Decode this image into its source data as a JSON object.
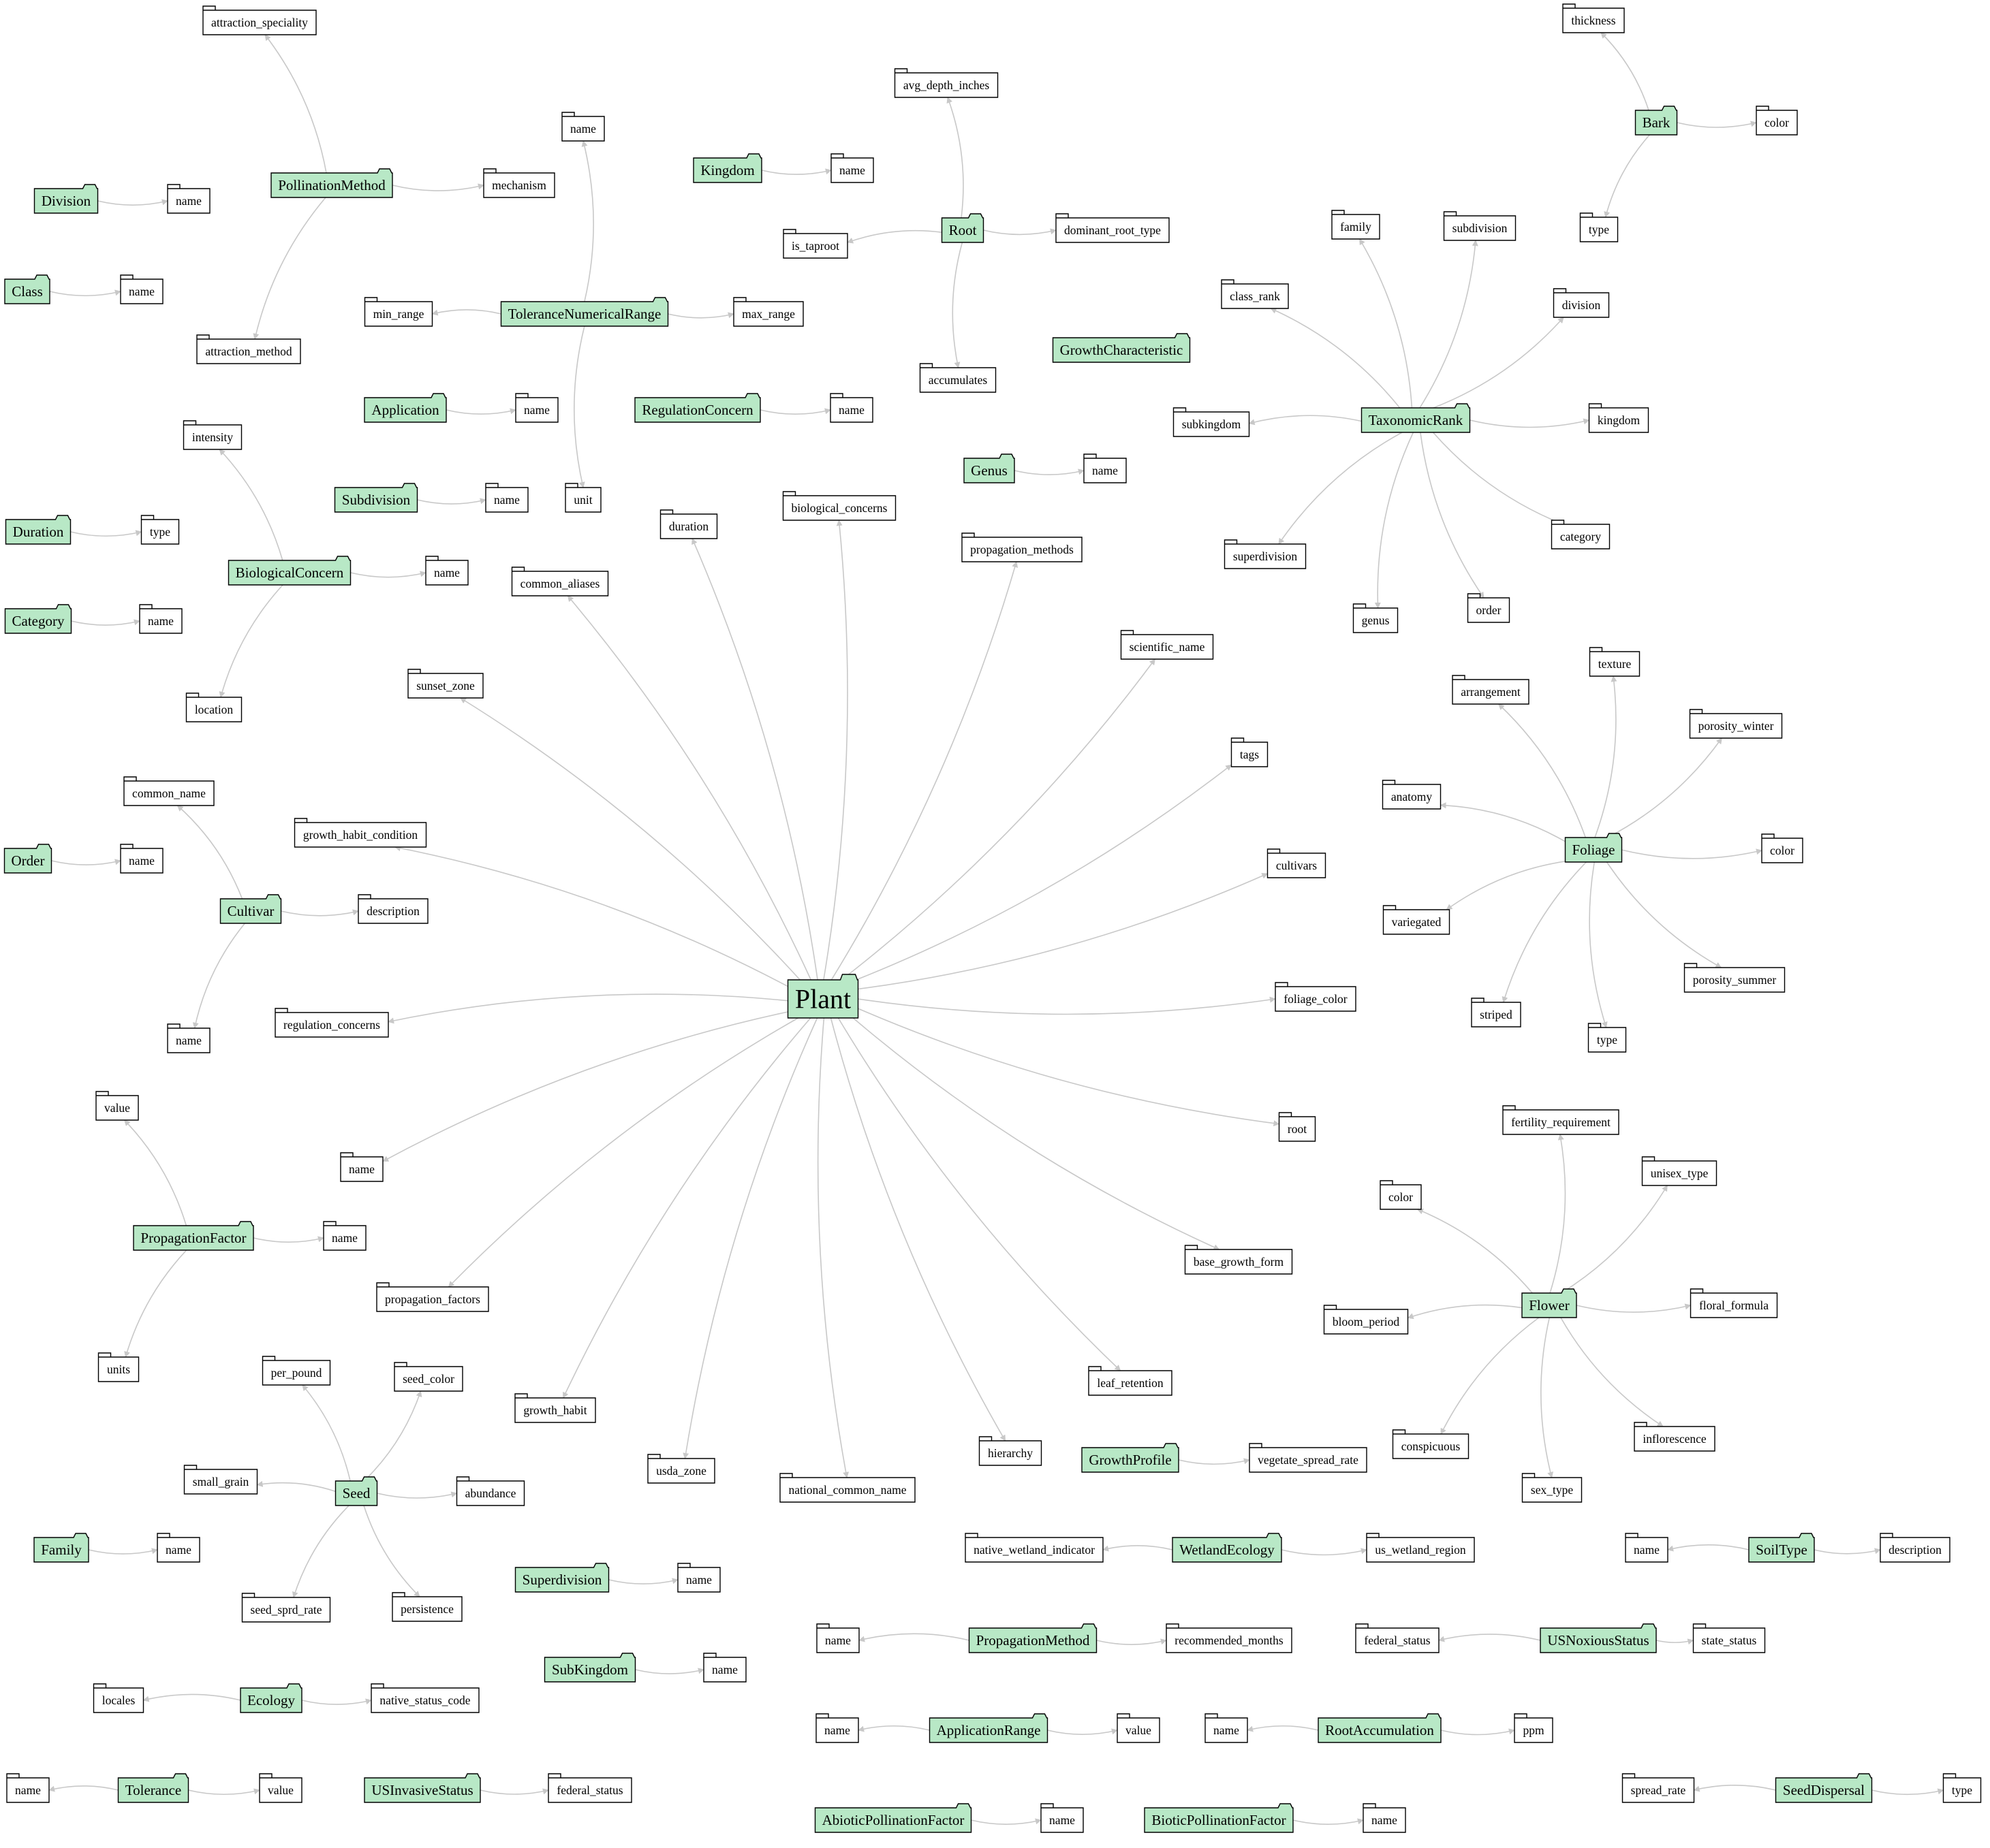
{
  "colors": {
    "entity_fill": "#b8e8c6",
    "attribute_fill": "#ffffff",
    "stroke": "#000000",
    "edge": "#c8c8c8"
  },
  "nodes": [
    {
      "id": "plant",
      "label": "Plant",
      "kind": "root"
    },
    {
      "id": "p_common_aliases",
      "label": "common_aliases",
      "kind": "attr"
    },
    {
      "id": "p_duration",
      "label": "duration",
      "kind": "attr"
    },
    {
      "id": "p_biological_concerns",
      "label": "biological_concerns",
      "kind": "attr"
    },
    {
      "id": "p_propagation_methods",
      "label": "propagation_methods",
      "kind": "attr"
    },
    {
      "id": "p_scientific_name",
      "label": "scientific_name",
      "kind": "attr"
    },
    {
      "id": "p_tags",
      "label": "tags",
      "kind": "attr"
    },
    {
      "id": "p_cultivars",
      "label": "cultivars",
      "kind": "attr"
    },
    {
      "id": "p_foliage_color",
      "label": "foliage_color",
      "kind": "attr"
    },
    {
      "id": "p_root",
      "label": "root",
      "kind": "attr"
    },
    {
      "id": "p_base_growth_form",
      "label": "base_growth_form",
      "kind": "attr"
    },
    {
      "id": "p_leaf_retention",
      "label": "leaf_retention",
      "kind": "attr"
    },
    {
      "id": "p_hierarchy",
      "label": "hierarchy",
      "kind": "attr"
    },
    {
      "id": "p_national_common_name",
      "label": "national_common_name",
      "kind": "attr"
    },
    {
      "id": "p_usda_zone",
      "label": "usda_zone",
      "kind": "attr"
    },
    {
      "id": "p_growth_habit",
      "label": "growth_habit",
      "kind": "attr"
    },
    {
      "id": "p_propagation_factors",
      "label": "propagation_factors",
      "kind": "attr"
    },
    {
      "id": "p_name",
      "label": "name",
      "kind": "attr"
    },
    {
      "id": "p_regulation_concerns",
      "label": "regulation_concerns",
      "kind": "attr"
    },
    {
      "id": "p_growth_habit_condition",
      "label": "growth_habit_condition",
      "kind": "attr"
    },
    {
      "id": "p_sunset_zone",
      "label": "sunset_zone",
      "kind": "attr"
    },
    {
      "id": "division",
      "label": "Division",
      "kind": "entity"
    },
    {
      "id": "division_name",
      "label": "name",
      "kind": "attr"
    },
    {
      "id": "class",
      "label": "Class",
      "kind": "entity"
    },
    {
      "id": "class_name",
      "label": "name",
      "kind": "attr"
    },
    {
      "id": "duration",
      "label": "Duration",
      "kind": "entity"
    },
    {
      "id": "duration_type",
      "label": "type",
      "kind": "attr"
    },
    {
      "id": "category",
      "label": "Category",
      "kind": "entity"
    },
    {
      "id": "category_name",
      "label": "name",
      "kind": "attr"
    },
    {
      "id": "order",
      "label": "Order",
      "kind": "entity"
    },
    {
      "id": "order_name",
      "label": "name",
      "kind": "attr"
    },
    {
      "id": "family",
      "label": "Family",
      "kind": "entity"
    },
    {
      "id": "family_name",
      "label": "name",
      "kind": "attr"
    },
    {
      "id": "pollination_method",
      "label": "PollinationMethod",
      "kind": "entity"
    },
    {
      "id": "pm_attraction_speciality",
      "label": "attraction_speciality",
      "kind": "attr"
    },
    {
      "id": "pm_mechanism",
      "label": "mechanism",
      "kind": "attr"
    },
    {
      "id": "pm_attraction_method",
      "label": "attraction_method",
      "kind": "attr"
    },
    {
      "id": "tolerance_range",
      "label": "ToleranceNumericalRange",
      "kind": "entity"
    },
    {
      "id": "tr_name",
      "label": "name",
      "kind": "attr"
    },
    {
      "id": "tr_min_range",
      "label": "min_range",
      "kind": "attr"
    },
    {
      "id": "tr_max_range",
      "label": "max_range",
      "kind": "attr"
    },
    {
      "id": "tr_unit",
      "label": "unit",
      "kind": "attr"
    },
    {
      "id": "application",
      "label": "Application",
      "kind": "entity"
    },
    {
      "id": "application_name",
      "label": "name",
      "kind": "attr"
    },
    {
      "id": "subdivision",
      "label": "Subdivision",
      "kind": "entity"
    },
    {
      "id": "subdivision_name",
      "label": "name",
      "kind": "attr"
    },
    {
      "id": "biological_concern",
      "label": "BiologicalConcern",
      "kind": "entity"
    },
    {
      "id": "bc_intensity",
      "label": "intensity",
      "kind": "attr"
    },
    {
      "id": "bc_name",
      "label": "name",
      "kind": "attr"
    },
    {
      "id": "bc_location",
      "label": "location",
      "kind": "attr"
    },
    {
      "id": "kingdom",
      "label": "Kingdom",
      "kind": "entity"
    },
    {
      "id": "kingdom_name",
      "label": "name",
      "kind": "attr"
    },
    {
      "id": "root",
      "label": "Root",
      "kind": "entity"
    },
    {
      "id": "root_avg_depth",
      "label": "avg_depth_inches",
      "kind": "attr"
    },
    {
      "id": "root_is_taproot",
      "label": "is_taproot",
      "kind": "attr"
    },
    {
      "id": "root_dominant_type",
      "label": "dominant_root_type",
      "kind": "attr"
    },
    {
      "id": "root_accumulates",
      "label": "accumulates",
      "kind": "attr"
    },
    {
      "id": "regulation_concern",
      "label": "RegulationConcern",
      "kind": "entity"
    },
    {
      "id": "regulation_concern_name",
      "label": "name",
      "kind": "attr"
    },
    {
      "id": "genus",
      "label": "Genus",
      "kind": "entity"
    },
    {
      "id": "genus_name",
      "label": "name",
      "kind": "attr"
    },
    {
      "id": "growth_characteristic",
      "label": "GrowthCharacteristic",
      "kind": "entity"
    },
    {
      "id": "bark",
      "label": "Bark",
      "kind": "entity"
    },
    {
      "id": "bark_thickness",
      "label": "thickness",
      "kind": "attr"
    },
    {
      "id": "bark_color",
      "label": "color",
      "kind": "attr"
    },
    {
      "id": "bark_type",
      "label": "type",
      "kind": "attr"
    },
    {
      "id": "taxonomic_rank",
      "label": "TaxonomicRank",
      "kind": "entity"
    },
    {
      "id": "tx_family",
      "label": "family",
      "kind": "attr"
    },
    {
      "id": "tx_subdivision",
      "label": "subdivision",
      "kind": "attr"
    },
    {
      "id": "tx_class_rank",
      "label": "class_rank",
      "kind": "attr"
    },
    {
      "id": "tx_division",
      "label": "division",
      "kind": "attr"
    },
    {
      "id": "tx_subkingdom",
      "label": "subkingdom",
      "kind": "attr"
    },
    {
      "id": "tx_kingdom",
      "label": "kingdom",
      "kind": "attr"
    },
    {
      "id": "tx_superdivision",
      "label": "superdivision",
      "kind": "attr"
    },
    {
      "id": "tx_category",
      "label": "category",
      "kind": "attr"
    },
    {
      "id": "tx_genus",
      "label": "genus",
      "kind": "attr"
    },
    {
      "id": "tx_order",
      "label": "order",
      "kind": "attr"
    },
    {
      "id": "foliage",
      "label": "Foliage",
      "kind": "entity"
    },
    {
      "id": "fo_texture",
      "label": "texture",
      "kind": "attr"
    },
    {
      "id": "fo_arrangement",
      "label": "arrangement",
      "kind": "attr"
    },
    {
      "id": "fo_porosity_winter",
      "label": "porosity_winter",
      "kind": "attr"
    },
    {
      "id": "fo_anatomy",
      "label": "anatomy",
      "kind": "attr"
    },
    {
      "id": "fo_color",
      "label": "color",
      "kind": "attr"
    },
    {
      "id": "fo_variegated",
      "label": "variegated",
      "kind": "attr"
    },
    {
      "id": "fo_porosity_summer",
      "label": "porosity_summer",
      "kind": "attr"
    },
    {
      "id": "fo_striped",
      "label": "striped",
      "kind": "attr"
    },
    {
      "id": "fo_type",
      "label": "type",
      "kind": "attr"
    },
    {
      "id": "cultivar",
      "label": "Cultivar",
      "kind": "entity"
    },
    {
      "id": "cu_common_name",
      "label": "common_name",
      "kind": "attr"
    },
    {
      "id": "cu_description",
      "label": "description",
      "kind": "attr"
    },
    {
      "id": "cu_name",
      "label": "name",
      "kind": "attr"
    },
    {
      "id": "propagation_factor",
      "label": "PropagationFactor",
      "kind": "entity"
    },
    {
      "id": "pf_value",
      "label": "value",
      "kind": "attr"
    },
    {
      "id": "pf_name",
      "label": "name",
      "kind": "attr"
    },
    {
      "id": "pf_units",
      "label": "units",
      "kind": "attr"
    },
    {
      "id": "seed",
      "label": "Seed",
      "kind": "entity"
    },
    {
      "id": "seed_per_pound",
      "label": "per_pound",
      "kind": "attr"
    },
    {
      "id": "seed_color",
      "label": "seed_color",
      "kind": "attr"
    },
    {
      "id": "seed_small_grain",
      "label": "small_grain",
      "kind": "attr"
    },
    {
      "id": "seed_abundance",
      "label": "abundance",
      "kind": "attr"
    },
    {
      "id": "seed_sprd_rate",
      "label": "seed_sprd_rate",
      "kind": "attr"
    },
    {
      "id": "seed_persistence",
      "label": "persistence",
      "kind": "attr"
    },
    {
      "id": "flower",
      "label": "Flower",
      "kind": "entity"
    },
    {
      "id": "fl_fertility",
      "label": "fertility_requirement",
      "kind": "attr"
    },
    {
      "id": "fl_unisex_type",
      "label": "unisex_type",
      "kind": "attr"
    },
    {
      "id": "fl_color",
      "label": "color",
      "kind": "attr"
    },
    {
      "id": "fl_floral_formula",
      "label": "floral_formula",
      "kind": "attr"
    },
    {
      "id": "fl_bloom_period",
      "label": "bloom_period",
      "kind": "attr"
    },
    {
      "id": "fl_inflorescence",
      "label": "inflorescence",
      "kind": "attr"
    },
    {
      "id": "fl_conspicuous",
      "label": "conspicuous",
      "kind": "attr"
    },
    {
      "id": "fl_sex_type",
      "label": "sex_type",
      "kind": "attr"
    },
    {
      "id": "growth_profile",
      "label": "GrowthProfile",
      "kind": "entity"
    },
    {
      "id": "gp_vegetate_spread_rate",
      "label": "vegetate_spread_rate",
      "kind": "attr"
    },
    {
      "id": "wetland_ecology",
      "label": "WetlandEcology",
      "kind": "entity"
    },
    {
      "id": "we_native_indicator",
      "label": "native_wetland_indicator",
      "kind": "attr"
    },
    {
      "id": "we_us_region",
      "label": "us_wetland_region",
      "kind": "attr"
    },
    {
      "id": "soil_type",
      "label": "SoilType",
      "kind": "entity"
    },
    {
      "id": "st_name",
      "label": "name",
      "kind": "attr"
    },
    {
      "id": "st_description",
      "label": "description",
      "kind": "attr"
    },
    {
      "id": "superdivision",
      "label": "Superdivision",
      "kind": "entity"
    },
    {
      "id": "superdivision_name",
      "label": "name",
      "kind": "attr"
    },
    {
      "id": "subkingdom",
      "label": "SubKingdom",
      "kind": "entity"
    },
    {
      "id": "subkingdom_name",
      "label": "name",
      "kind": "attr"
    },
    {
      "id": "ecology",
      "label": "Ecology",
      "kind": "entity"
    },
    {
      "id": "ec_locales",
      "label": "locales",
      "kind": "attr"
    },
    {
      "id": "ec_native_status_code",
      "label": "native_status_code",
      "kind": "attr"
    },
    {
      "id": "propagation_method",
      "label": "PropagationMethod",
      "kind": "entity"
    },
    {
      "id": "prm_name",
      "label": "name",
      "kind": "attr"
    },
    {
      "id": "prm_recommended_months",
      "label": "recommended_months",
      "kind": "attr"
    },
    {
      "id": "us_noxious",
      "label": "USNoxiousStatus",
      "kind": "entity"
    },
    {
      "id": "nox_federal_status",
      "label": "federal_status",
      "kind": "attr"
    },
    {
      "id": "nox_state_status",
      "label": "state_status",
      "kind": "attr"
    },
    {
      "id": "application_range",
      "label": "ApplicationRange",
      "kind": "entity"
    },
    {
      "id": "ar_name",
      "label": "name",
      "kind": "attr"
    },
    {
      "id": "ar_value",
      "label": "value",
      "kind": "attr"
    },
    {
      "id": "root_accumulation",
      "label": "RootAccumulation",
      "kind": "entity"
    },
    {
      "id": "ra_name",
      "label": "name",
      "kind": "attr"
    },
    {
      "id": "ra_ppm",
      "label": "ppm",
      "kind": "attr"
    },
    {
      "id": "tolerance",
      "label": "Tolerance",
      "kind": "entity"
    },
    {
      "id": "tol_name",
      "label": "name",
      "kind": "attr"
    },
    {
      "id": "tol_value",
      "label": "value",
      "kind": "attr"
    },
    {
      "id": "us_invasive",
      "label": "USInvasiveStatus",
      "kind": "entity"
    },
    {
      "id": "inv_federal_status",
      "label": "federal_status",
      "kind": "attr"
    },
    {
      "id": "abiotic_pf",
      "label": "AbioticPollinationFactor",
      "kind": "entity"
    },
    {
      "id": "abiotic_name",
      "label": "name",
      "kind": "attr"
    },
    {
      "id": "biotic_pf",
      "label": "BioticPollinationFactor",
      "kind": "entity"
    },
    {
      "id": "biotic_name",
      "label": "name",
      "kind": "attr"
    },
    {
      "id": "seed_dispersal",
      "label": "SeedDispersal",
      "kind": "entity"
    },
    {
      "id": "sd_spread_rate",
      "label": "spread_rate",
      "kind": "attr"
    },
    {
      "id": "sd_type",
      "label": "type",
      "kind": "attr"
    }
  ],
  "edges": [
    [
      "plant",
      "p_common_aliases"
    ],
    [
      "plant",
      "p_duration"
    ],
    [
      "plant",
      "p_biological_concerns"
    ],
    [
      "plant",
      "p_propagation_methods"
    ],
    [
      "plant",
      "p_scientific_name"
    ],
    [
      "plant",
      "p_tags"
    ],
    [
      "plant",
      "p_cultivars"
    ],
    [
      "plant",
      "p_foliage_color"
    ],
    [
      "plant",
      "p_root"
    ],
    [
      "plant",
      "p_base_growth_form"
    ],
    [
      "plant",
      "p_leaf_retention"
    ],
    [
      "plant",
      "p_hierarchy"
    ],
    [
      "plant",
      "p_national_common_name"
    ],
    [
      "plant",
      "p_usda_zone"
    ],
    [
      "plant",
      "p_growth_habit"
    ],
    [
      "plant",
      "p_propagation_factors"
    ],
    [
      "plant",
      "p_name"
    ],
    [
      "plant",
      "p_regulation_concerns"
    ],
    [
      "plant",
      "p_growth_habit_condition"
    ],
    [
      "plant",
      "p_sunset_zone"
    ],
    [
      "division",
      "division_name"
    ],
    [
      "class",
      "class_name"
    ],
    [
      "duration",
      "duration_type"
    ],
    [
      "category",
      "category_name"
    ],
    [
      "order",
      "order_name"
    ],
    [
      "family",
      "family_name"
    ],
    [
      "pollination_method",
      "pm_attraction_speciality"
    ],
    [
      "pollination_method",
      "pm_mechanism"
    ],
    [
      "pollination_method",
      "pm_attraction_method"
    ],
    [
      "tolerance_range",
      "tr_name"
    ],
    [
      "tolerance_range",
      "tr_min_range"
    ],
    [
      "tolerance_range",
      "tr_max_range"
    ],
    [
      "tolerance_range",
      "tr_unit"
    ],
    [
      "application",
      "application_name"
    ],
    [
      "subdivision",
      "subdivision_name"
    ],
    [
      "biological_concern",
      "bc_intensity"
    ],
    [
      "biological_concern",
      "bc_name"
    ],
    [
      "biological_concern",
      "bc_location"
    ],
    [
      "kingdom",
      "kingdom_name"
    ],
    [
      "root",
      "root_avg_depth"
    ],
    [
      "root",
      "root_is_taproot"
    ],
    [
      "root",
      "root_dominant_type"
    ],
    [
      "root",
      "root_accumulates"
    ],
    [
      "regulation_concern",
      "regulation_concern_name"
    ],
    [
      "genus",
      "genus_name"
    ],
    [
      "bark",
      "bark_thickness"
    ],
    [
      "bark",
      "bark_color"
    ],
    [
      "bark",
      "bark_type"
    ],
    [
      "taxonomic_rank",
      "tx_family"
    ],
    [
      "taxonomic_rank",
      "tx_subdivision"
    ],
    [
      "taxonomic_rank",
      "tx_class_rank"
    ],
    [
      "taxonomic_rank",
      "tx_division"
    ],
    [
      "taxonomic_rank",
      "tx_subkingdom"
    ],
    [
      "taxonomic_rank",
      "tx_kingdom"
    ],
    [
      "taxonomic_rank",
      "tx_superdivision"
    ],
    [
      "taxonomic_rank",
      "tx_category"
    ],
    [
      "taxonomic_rank",
      "tx_genus"
    ],
    [
      "taxonomic_rank",
      "tx_order"
    ],
    [
      "foliage",
      "fo_texture"
    ],
    [
      "foliage",
      "fo_arrangement"
    ],
    [
      "foliage",
      "fo_porosity_winter"
    ],
    [
      "foliage",
      "fo_anatomy"
    ],
    [
      "foliage",
      "fo_color"
    ],
    [
      "foliage",
      "fo_variegated"
    ],
    [
      "foliage",
      "fo_porosity_summer"
    ],
    [
      "foliage",
      "fo_striped"
    ],
    [
      "foliage",
      "fo_type"
    ],
    [
      "cultivar",
      "cu_common_name"
    ],
    [
      "cultivar",
      "cu_description"
    ],
    [
      "cultivar",
      "cu_name"
    ],
    [
      "propagation_factor",
      "pf_value"
    ],
    [
      "propagation_factor",
      "pf_name"
    ],
    [
      "propagation_factor",
      "pf_units"
    ],
    [
      "seed",
      "seed_per_pound"
    ],
    [
      "seed",
      "seed_color"
    ],
    [
      "seed",
      "seed_small_grain"
    ],
    [
      "seed",
      "seed_abundance"
    ],
    [
      "seed",
      "seed_sprd_rate"
    ],
    [
      "seed",
      "seed_persistence"
    ],
    [
      "flower",
      "fl_fertility"
    ],
    [
      "flower",
      "fl_unisex_type"
    ],
    [
      "flower",
      "fl_color"
    ],
    [
      "flower",
      "fl_floral_formula"
    ],
    [
      "flower",
      "fl_bloom_period"
    ],
    [
      "flower",
      "fl_inflorescence"
    ],
    [
      "flower",
      "fl_conspicuous"
    ],
    [
      "flower",
      "fl_sex_type"
    ],
    [
      "growth_profile",
      "gp_vegetate_spread_rate"
    ],
    [
      "wetland_ecology",
      "we_native_indicator"
    ],
    [
      "wetland_ecology",
      "we_us_region"
    ],
    [
      "soil_type",
      "st_name"
    ],
    [
      "soil_type",
      "st_description"
    ],
    [
      "superdivision",
      "superdivision_name"
    ],
    [
      "subkingdom",
      "subkingdom_name"
    ],
    [
      "ecology",
      "ec_locales"
    ],
    [
      "ecology",
      "ec_native_status_code"
    ],
    [
      "propagation_method",
      "prm_name"
    ],
    [
      "propagation_method",
      "prm_recommended_months"
    ],
    [
      "us_noxious",
      "nox_federal_status"
    ],
    [
      "us_noxious",
      "nox_state_status"
    ],
    [
      "application_range",
      "ar_name"
    ],
    [
      "application_range",
      "ar_value"
    ],
    [
      "root_accumulation",
      "ra_name"
    ],
    [
      "root_accumulation",
      "ra_ppm"
    ],
    [
      "tolerance",
      "tol_name"
    ],
    [
      "tolerance",
      "tol_value"
    ],
    [
      "us_invasive",
      "inv_federal_status"
    ],
    [
      "abiotic_pf",
      "abiotic_name"
    ],
    [
      "biotic_pf",
      "biotic_name"
    ],
    [
      "seed_dispersal",
      "sd_spread_rate"
    ],
    [
      "seed_dispersal",
      "sd_type"
    ]
  ]
}
